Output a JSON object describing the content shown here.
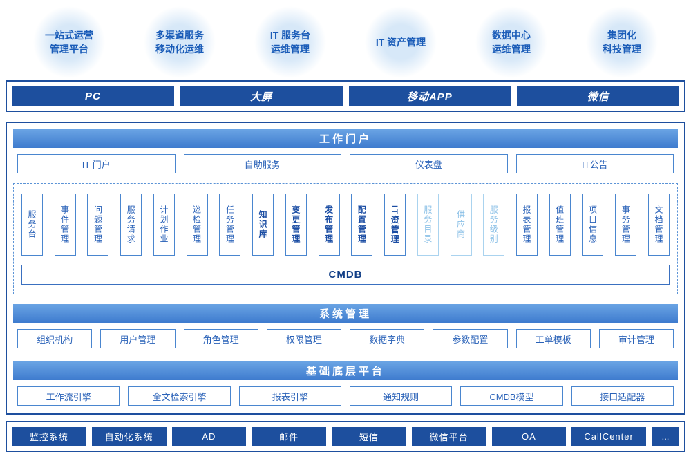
{
  "colors": {
    "navy_bar": "#1d4f9e",
    "frame_border": "#1e4f9e",
    "header_gradient_top": "#6aa4e4",
    "header_gradient_bottom": "#3e7bce",
    "module_border": "#4a86cf",
    "module_text": "#2a62b8",
    "muted_module_text": "#8cc1e7",
    "bubble_fill": "#d7e8f8",
    "bubble_text": "#1a5cb8"
  },
  "scenarios": [
    {
      "label": "一站式运营\n管理平台"
    },
    {
      "label": "多渠道服务\n移动化运维"
    },
    {
      "label": "IT 服务台\n运维管理"
    },
    {
      "label": "IT 资产管理"
    },
    {
      "label": "数据中心\n运维管理"
    },
    {
      "label": "集团化\n科技管理"
    }
  ],
  "channels": {
    "items": [
      {
        "label": "PC"
      },
      {
        "label": "大屏"
      },
      {
        "label": "移动APP"
      },
      {
        "label": "微信"
      }
    ]
  },
  "portal": {
    "title": "工作门户",
    "items": [
      {
        "label": "IT 门户"
      },
      {
        "label": "自助服务"
      },
      {
        "label": "仪表盘"
      },
      {
        "label": "IT公告"
      }
    ]
  },
  "itsm": {
    "modules": [
      {
        "label": "服务台"
      },
      {
        "label": "事件管理"
      },
      {
        "label": "问题管理"
      },
      {
        "label": "服务请求"
      },
      {
        "label": "计划作业"
      },
      {
        "label": "巡检管理"
      },
      {
        "label": "任务管理"
      },
      {
        "label": "知识库"
      },
      {
        "label": "变更管理"
      },
      {
        "label": "发布管理"
      },
      {
        "label": "配置管理"
      },
      {
        "label": "IT资管理"
      },
      {
        "label": "服务目录"
      },
      {
        "label": "供应商"
      },
      {
        "label": "服务级别"
      },
      {
        "label": "报表管理"
      },
      {
        "label": "值班管理"
      },
      {
        "label": "项目信息"
      },
      {
        "label": "事务管理"
      },
      {
        "label": "文档管理"
      }
    ],
    "cmdb": "CMDB"
  },
  "system": {
    "title": "系统管理",
    "items": [
      {
        "label": "组织机构"
      },
      {
        "label": "用户管理"
      },
      {
        "label": "角色管理"
      },
      {
        "label": "权限管理"
      },
      {
        "label": "数据字典"
      },
      {
        "label": "参数配置"
      },
      {
        "label": "工单模板"
      },
      {
        "label": "审计管理"
      }
    ]
  },
  "platform": {
    "title": "基础底层平台",
    "items": [
      {
        "label": "工作流引擎"
      },
      {
        "label": "全文检索引擎"
      },
      {
        "label": "报表引擎"
      },
      {
        "label": "通知规则"
      },
      {
        "label": "CMDB模型"
      },
      {
        "label": "接口适配器"
      }
    ]
  },
  "integrations": {
    "items": [
      {
        "label": "监控系统"
      },
      {
        "label": "自动化系统"
      },
      {
        "label": "AD"
      },
      {
        "label": "邮件"
      },
      {
        "label": "短信"
      },
      {
        "label": "微信平台"
      },
      {
        "label": "OA"
      },
      {
        "label": "CallCenter"
      },
      {
        "label": "..."
      }
    ]
  }
}
